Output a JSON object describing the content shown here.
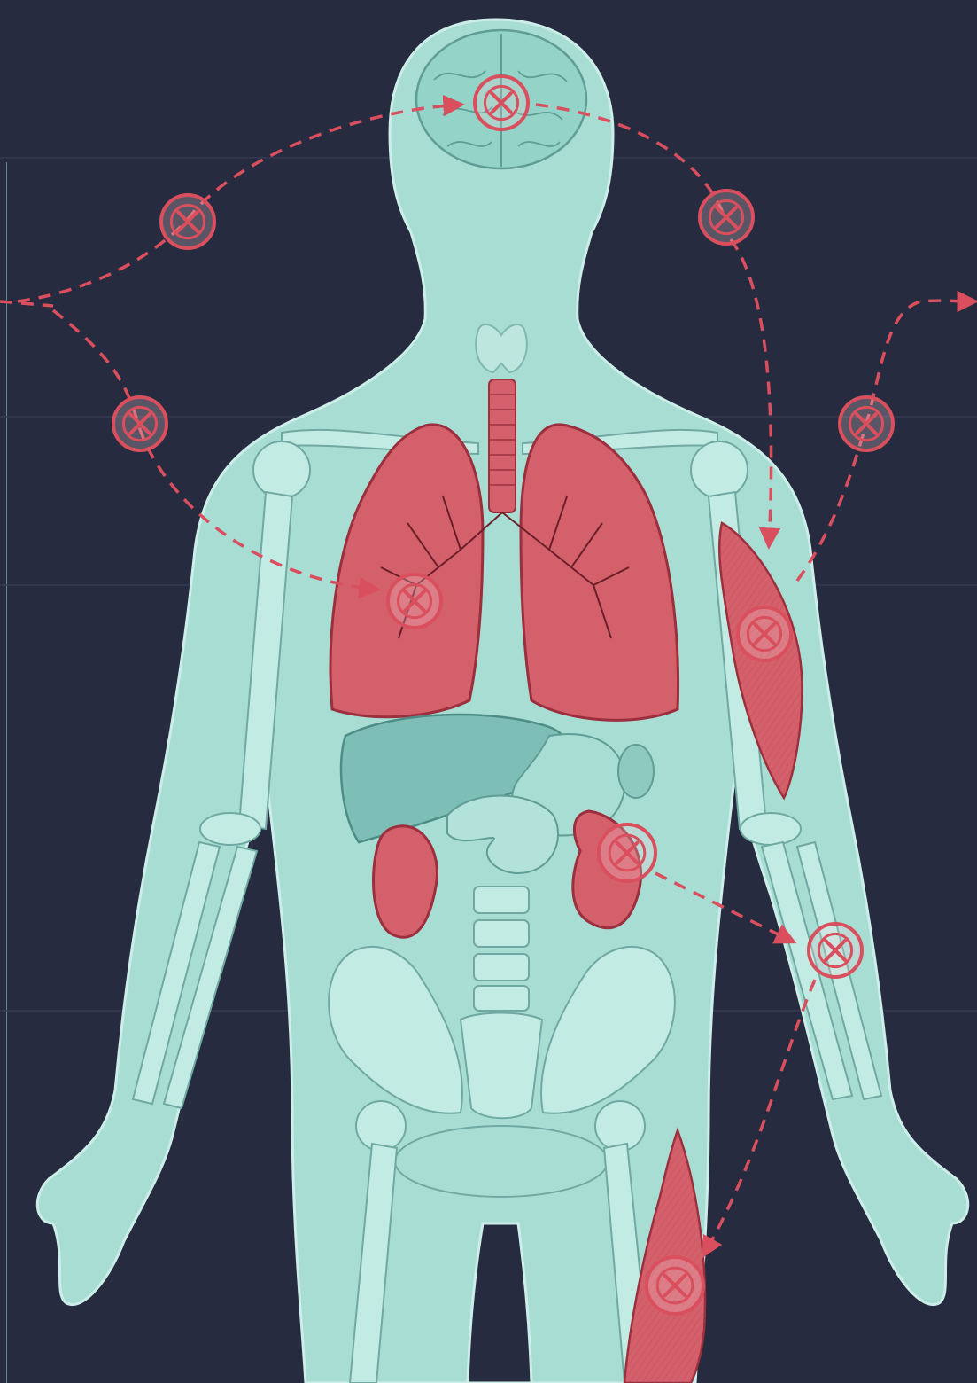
{
  "diagram": {
    "subject": "human-body-anatomy",
    "colors": {
      "background": "#262b3f",
      "grid": "#333a52",
      "body": "#a8ddd4",
      "outline": "#cdeee8",
      "bone": "#c2ebe3",
      "bone_line": "#6fa9a2",
      "organ_red": "#d4606c",
      "organ_dark": "#9c2f3d",
      "liver": "#7dbfb6",
      "arrow": "#d94f5e",
      "marker_fill": "#f2d3d6"
    },
    "markers": [
      {
        "id": "brain",
        "icon": "x-circle-icon"
      },
      {
        "id": "left-upper",
        "icon": "x-circle-icon"
      },
      {
        "id": "right-upper",
        "icon": "x-circle-icon"
      },
      {
        "id": "left-mid",
        "icon": "x-circle-icon"
      },
      {
        "id": "right-mid",
        "icon": "x-circle-icon"
      },
      {
        "id": "lung",
        "icon": "x-circle-icon"
      },
      {
        "id": "arm-muscle",
        "icon": "x-circle-icon"
      },
      {
        "id": "kidney",
        "icon": "x-circle-icon"
      },
      {
        "id": "forearm",
        "icon": "x-circle-icon"
      },
      {
        "id": "thigh-muscle",
        "icon": "x-circle-icon"
      }
    ]
  }
}
